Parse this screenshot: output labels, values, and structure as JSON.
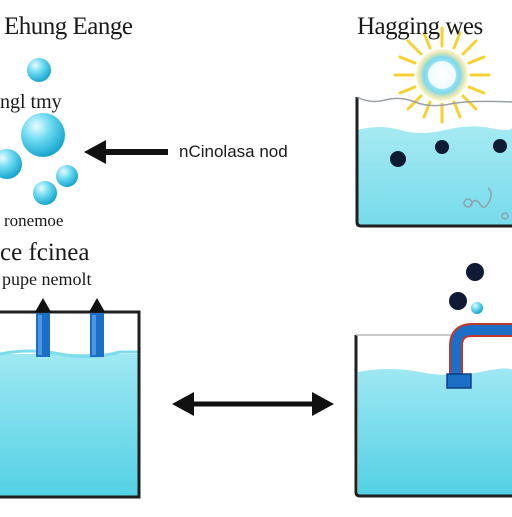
{
  "labels": {
    "top_left_title": "Ehung Eange",
    "top_right_title": "Hagging wes",
    "sub_left": "ngl tmy",
    "middle": "nCinolasa nod",
    "left_line1": "ronemoe",
    "left_line2": "ce fcinea",
    "left_line3": "pupe nemolt"
  },
  "colors": {
    "water": "#5ad4e6",
    "water_light": "#a9e9f2",
    "outline": "#1f1f1f",
    "pipe": "#1c6fc7",
    "bubble": "#3cc6e6",
    "particle_dark": "#0f1a33",
    "sun": "#f6d230"
  }
}
